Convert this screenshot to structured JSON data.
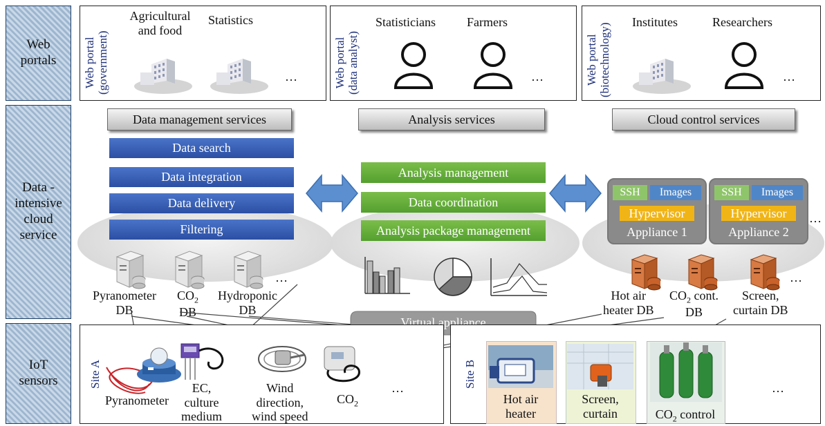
{
  "layers": {
    "web_portals": "Web portals",
    "cloud_line1": "Data -",
    "cloud_line2": "intensive",
    "cloud_line3": "cloud",
    "cloud_line4": "service",
    "iot_sensors": "IoT sensors"
  },
  "portals": [
    {
      "label_line1": "Web portal",
      "label_line2": "(government)",
      "items": [
        "Agricultural and food",
        "Statistics"
      ],
      "more": "…"
    },
    {
      "label_line1": "Web portal",
      "label_line2": "(data analyst)",
      "items": [
        "Statisticians",
        "Farmers"
      ],
      "more": "…"
    },
    {
      "label_line1": "Web portal",
      "label_line2": "(biotechnology)",
      "items": [
        "Institutes",
        "Researchers"
      ],
      "more": "…"
    }
  ],
  "services": {
    "data_management": {
      "title": "Data management services",
      "items": [
        "Data search",
        "Data integration",
        "Data delivery",
        "Filtering"
      ]
    },
    "analysis": {
      "title": "Analysis services",
      "items": [
        "Analysis management",
        "Data coordination",
        "Analysis package management"
      ]
    },
    "cloud_control": {
      "title": "Cloud control services",
      "appliances": [
        {
          "ssh": "SSH",
          "images": "Images",
          "hypervisor": "Hypervisor",
          "name": "Appliance 1"
        },
        {
          "ssh": "SSH",
          "images": "Images",
          "hypervisor": "Hypervisor",
          "name": "Appliance 2"
        }
      ],
      "more": "…"
    }
  },
  "databases_left": [
    {
      "line1": "Pyranometer",
      "line2": "DB"
    },
    {
      "line1": "CO",
      "sub": "2",
      "line2": "DB"
    },
    {
      "line1": "Hydroponic",
      "line2": "DB"
    }
  ],
  "databases_left_more": "…",
  "databases_right": [
    {
      "line1": "Hot air",
      "line2": "heater DB"
    },
    {
      "line1": "CO",
      "sub": "2",
      "line1b": " cont.",
      "line2": "DB"
    },
    {
      "line1": "Screen,",
      "line2": "curtain DB"
    }
  ],
  "databases_right_more": "…",
  "virtual_appliance": "Virtual appliance",
  "site_a": {
    "label": "Site A",
    "sensors": [
      {
        "line1": "Pyranometer"
      },
      {
        "line1": "EC,",
        "line2": "culture",
        "line3": "medium"
      },
      {
        "line1": "Wind",
        "line2": "direction,",
        "line3": "wind speed"
      },
      {
        "line1": "CO",
        "sub": "2"
      }
    ],
    "more": "…"
  },
  "site_b": {
    "label": "Site B",
    "devices": [
      {
        "line1": "Hot air",
        "line2": "heater"
      },
      {
        "line1": "Screen,",
        "line2": "curtain"
      },
      {
        "line1": "CO",
        "sub": "2",
        "line1b": " control"
      }
    ],
    "more": "…"
  },
  "colors": {
    "band_blue": "#9db6cf",
    "dm_blue": "#3b62b8",
    "analysis_green": "#63ab3a",
    "arrow_blue": "#5b8fd0",
    "appliance_gray": "#8a8a8a",
    "ssh_green": "#8fc56a",
    "images_blue": "#4f86c8",
    "hypervisor_orange": "#f0b416",
    "db_orange": "#c9622a"
  }
}
